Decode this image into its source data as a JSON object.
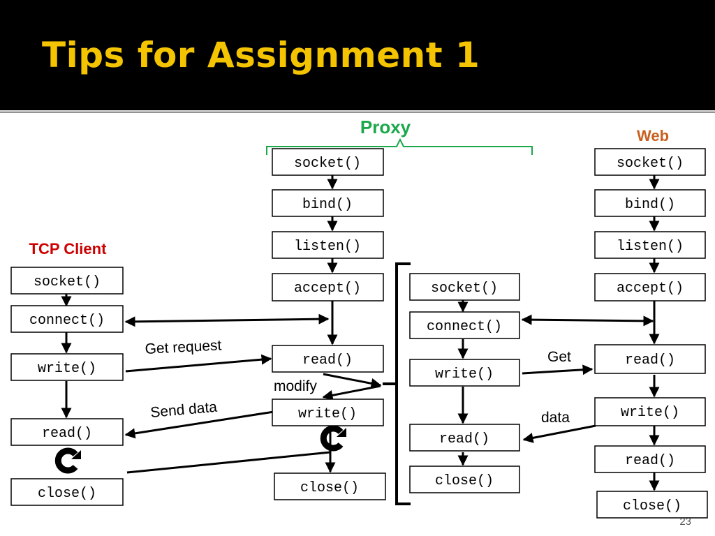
{
  "slide": {
    "title": "Tips for Assignment 1",
    "page_number": "23"
  },
  "colors": {
    "title": "#f5c400",
    "proxy": "#1aa84a",
    "web": "#c8601f",
    "tcp_client": "#cc0000"
  },
  "columns": {
    "tcp_client": {
      "heading": "TCP Client",
      "calls": [
        "socket()",
        "connect()",
        "write()",
        "read()",
        "close()"
      ]
    },
    "proxy_server": {
      "heading": "Proxy",
      "calls": [
        "socket()",
        "bind()",
        "listen()",
        "accept()",
        "read()",
        "write()",
        "close()"
      ]
    },
    "proxy_client": {
      "calls": [
        "socket()",
        "connect()",
        "write()",
        "read()",
        "close()"
      ]
    },
    "web": {
      "heading": "Web",
      "calls": [
        "socket()",
        "bind()",
        "listen()",
        "accept()",
        "read()",
        "write()",
        "read()",
        "close()"
      ]
    }
  },
  "annotations": {
    "get_request": "Get request",
    "modify": "modify",
    "send_data": "Send data",
    "get": "Get",
    "data": "data"
  },
  "icons": [
    "loop-icon",
    "loop-icon"
  ]
}
